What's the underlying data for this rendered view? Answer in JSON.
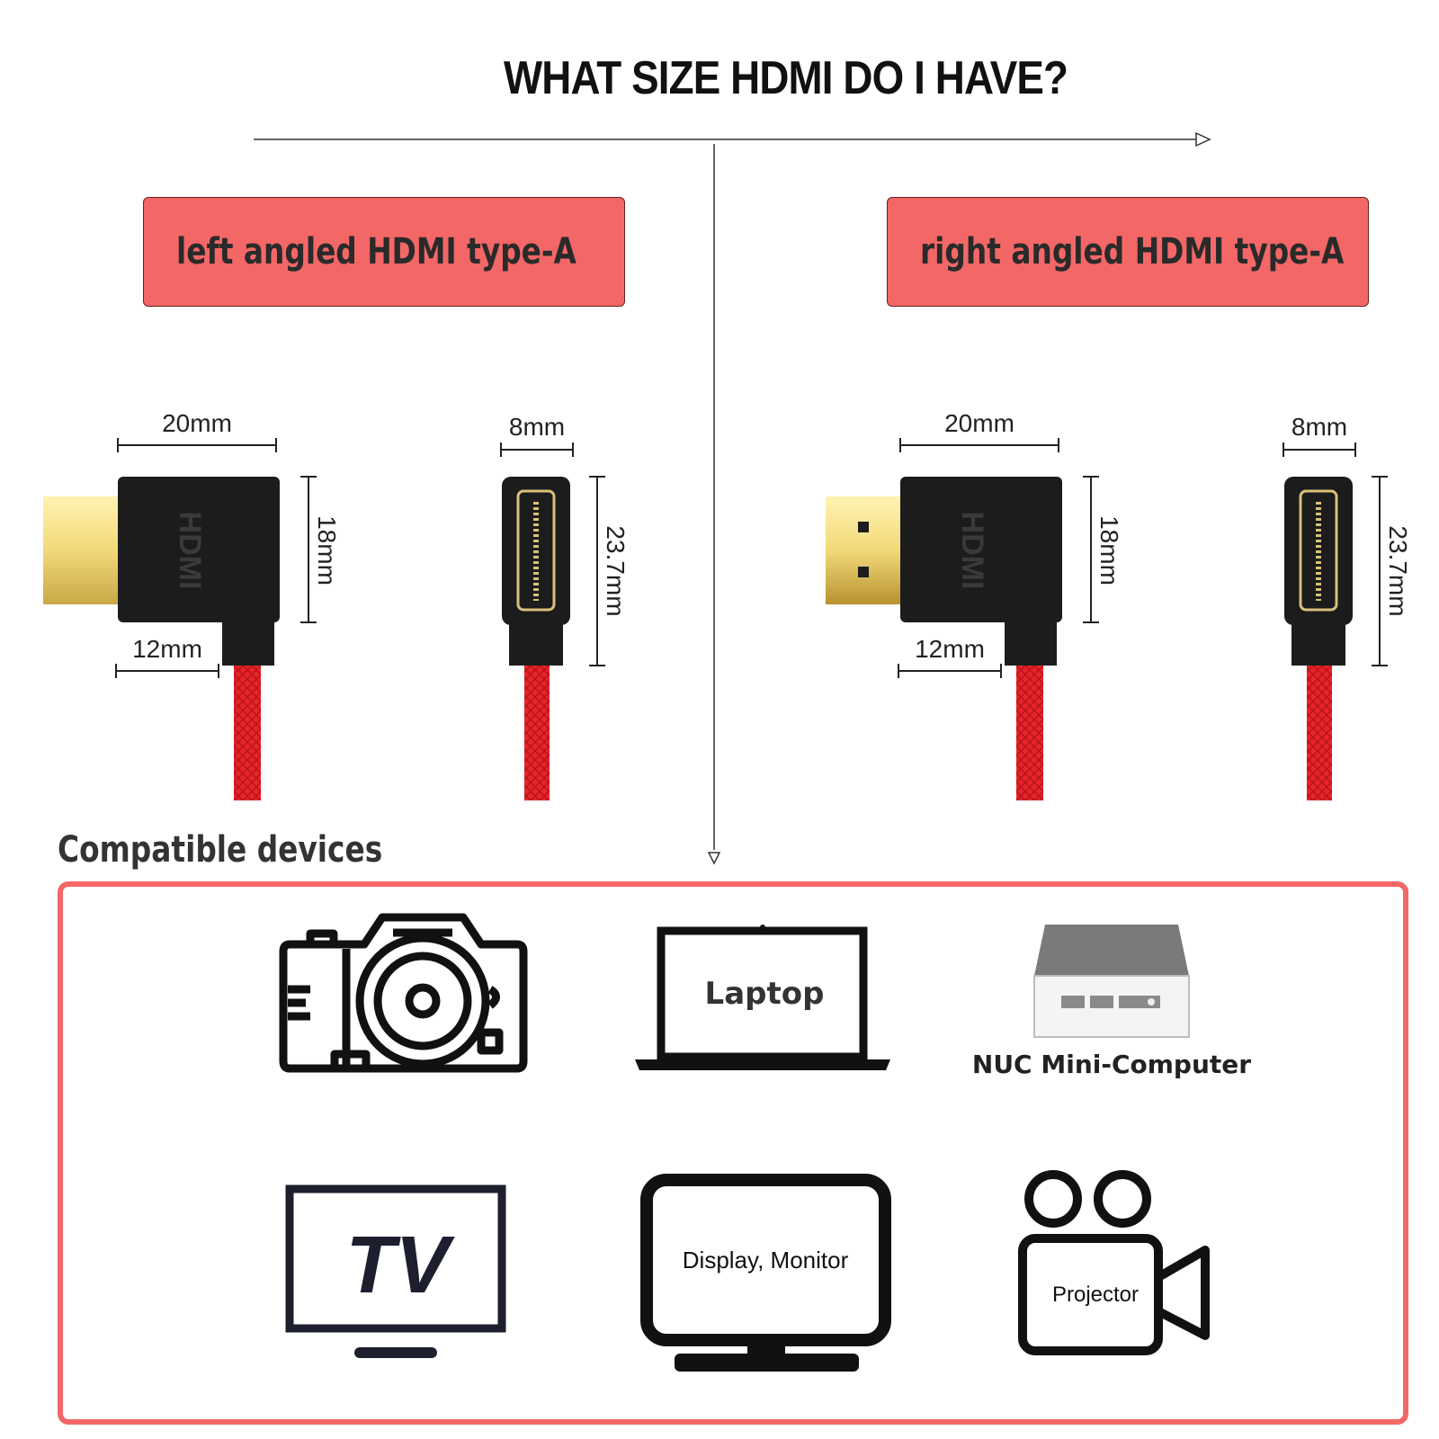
{
  "title": "WHAT SIZE HDMI DO I HAVE?",
  "variants": [
    {
      "label": "left angled HDMI type-A",
      "dims": {
        "width": "20mm",
        "height": "18mm",
        "offset": "12mm",
        "thickness": "8mm",
        "length": "23.7mm"
      }
    },
    {
      "label": "right angled HDMI type-A",
      "dims": {
        "width": "20mm",
        "height": "18mm",
        "offset": "12mm",
        "thickness": "8mm",
        "length": "23.7mm"
      }
    }
  ],
  "compatible": {
    "heading": "Compatible devices",
    "devices": [
      {
        "icon": "camera-icon",
        "label": ""
      },
      {
        "icon": "laptop-icon",
        "label": "Laptop"
      },
      {
        "icon": "mini-computer-icon",
        "label": "NUC Mini-Computer"
      },
      {
        "icon": "tv-icon",
        "label": "TV"
      },
      {
        "icon": "monitor-icon",
        "label": "Display, Monitor"
      },
      {
        "icon": "projector-icon",
        "label": "Projector"
      }
    ]
  },
  "colors": {
    "label_bg": "#f36766",
    "cable_red": "#e8232a",
    "connector_gold": "#f2d97a",
    "connector_body": "#1c1c1c"
  }
}
